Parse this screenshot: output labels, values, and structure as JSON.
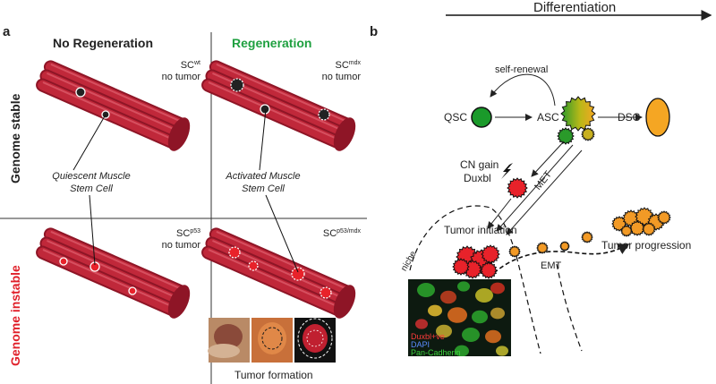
{
  "panel_a": {
    "letter": "a",
    "col_no_regen": "No Regeneration",
    "col_regen": "Regeneration",
    "row_stable": "Genome stable",
    "row_instable": "Genome instable",
    "cells": {
      "top_left": {
        "sc_base": "SC",
        "sc_sup": "wt",
        "status": "no tumor"
      },
      "top_right": {
        "sc_base": "SC",
        "sc_sup": "mdx",
        "status": "no tumor"
      },
      "bottom_left": {
        "sc_base": "SC",
        "sc_sup": "p53",
        "status": "no tumor"
      },
      "bottom_right": {
        "sc_base": "SC",
        "sc_sup": "p53/mdx"
      }
    },
    "label_quiescent_1": "Quiescent Muscle",
    "label_quiescent_2": "Stem Cell",
    "label_activated_1": "Activated Muscle",
    "label_activated_2": "Stem Cell",
    "tumor_formation": "Tumor formation"
  },
  "panel_b": {
    "letter": "b",
    "differentiation": "Differentiation",
    "self_renewal": "self-renewal",
    "qsc": "QSC",
    "asc": "ASC",
    "dsc": "DSC",
    "cn_gain": "CN gain",
    "duxbl": "Duxbl",
    "met": "MET",
    "tumor_initiation": "Tumor initiation",
    "niche": "niche",
    "emt": "EMT",
    "tumor_progression": "Tumor progression",
    "legend": {
      "duxbl_pos": "Duxbl+ve",
      "dapi": "DAPI",
      "pan_cadherin": "Pan-Cadherin"
    }
  },
  "colors": {
    "fiber": "#c0283a",
    "fiber_dark": "#8e1526",
    "regen_green": "#1fa040",
    "instable_red": "#e0202a",
    "qsc_green": "#1a9a2a",
    "dsc_orange": "#f5a623",
    "tumor_red": "#e8222a",
    "tumor_orange": "#f29a26"
  }
}
